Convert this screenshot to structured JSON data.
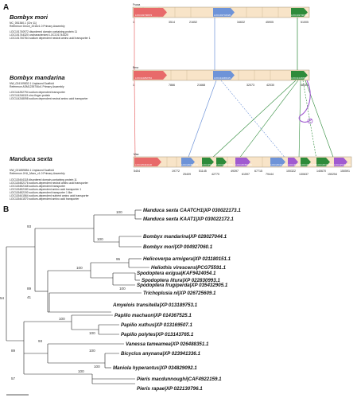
{
  "panel_a": {
    "letter": "A",
    "tracks": [
      {
        "species": "Bombyx mori",
        "chrom": "Fscaa",
        "accession": "NC_051360.1 (Chr 11)",
        "assembly": "Reference Dmori_2016v1.0 Primary Assembly",
        "notes": [
          "LOC101740972 disordered domain containing protein 11",
          "LOC101744320 uncharacterized LOC101744320",
          "LOC101740764 sodium dependent neutral amino acid transporter 1"
        ],
        "coords": [
          "1",
          "3514",
          "21652",
          "34632",
          "45905",
          "51005"
        ],
        "genes": [
          {
            "label": "LOC101740972",
            "color": "#e86a6a"
          },
          {
            "label": "LOC101744320",
            "color": "#6e93d8"
          },
          {
            "label": "LOC101740764",
            "color": "#2e8b3a"
          }
        ]
      },
      {
        "species": "Bombyx mandarina",
        "chrom": "Bma",
        "accession": "NW_024109832.1 Unplaced Scaffold",
        "assembly": "Reference ASM1239706v1 Primary Assembly",
        "notes": [
          "LOC114252794 sodium dependent transporter",
          "LOC114246115 zinc finger protein",
          "LOC114248098 sodium dependent neutral amino acid transporter"
        ],
        "coords": [
          "1",
          "7866",
          "21668",
          "32073",
          "42030",
          "48309"
        ],
        "genes": [
          {
            "label": "LOC114252794",
            "color": "#e86a6a"
          },
          {
            "label": "LOC114246115",
            "color": "#6e93d8"
          },
          {
            "label": "LOC114248098",
            "color": "#2e8b3a"
          }
        ]
      },
      {
        "species": "Manduca sexta",
        "chrom": "Msa",
        "accession": "NW_021859854.1 Unplaced Scaffold",
        "assembly": "Reference JHU_Msex_v1.0 Primary Assembly",
        "notes": [
          "LOC115444118 disordered domain-containing protein 11",
          "LOC115452176 sodium-dependent neutral amino acid transporter",
          "LOC115452168 sodium-dependent transporter",
          "LOC115452180 sodium-dependent amino acid transporter 1",
          "LOC115452190 sodium-dependent transporter 1 like",
          "LOC115441564 sodium-dependent nutrient amino acid transporter",
          "LOC115441570 sodium-dependent amino acid transporter"
        ],
        "coords": [
          "5404",
          "19772",
          "25409",
          "51145",
          "42770",
          "49397",
          "61597",
          "67715",
          "79444",
          "100322",
          "130637",
          "140670",
          "150254",
          "150591"
        ],
        "genes": [
          {
            "label": "LOC115444118",
            "color": "#e86a6a"
          },
          {
            "label": "LOC115452176",
            "color": "#6e93d8"
          },
          {
            "label": "LOC115452168",
            "color": "#2e8b3a"
          },
          {
            "label": "LOC115452180",
            "color": "#2e8b3a"
          },
          {
            "label": "LOC115452190",
            "color": "#a05ad0"
          },
          {
            "label": "LOC115441564",
            "color": "#6e93d8"
          },
          {
            "label": "LOC115441570",
            "color": "#a05ad0"
          },
          {
            "label": "LOC115441580",
            "color": "#2e8b3a"
          },
          {
            "label": "LOC115441590",
            "color": "#2e8b3a"
          },
          {
            "label": "LOC115441596",
            "color": "#a05ad0"
          }
        ]
      }
    ]
  },
  "panel_b": {
    "letter": "B",
    "leaves": [
      "Manduca sexta CAATCH1|XP 030022173.1",
      "Manduca sexta KAAT1|XP 030022172.1",
      "Bombyx mandarina|XP 028027044.1",
      "Bombyx mori|XP 004927060.1",
      "Helicoverpa armigera|XP 021180151.1",
      "Heliothis virescens|PCG75591.1",
      "Spodoptera exigua|KAF9424054.1",
      "Spodoptera litura|XP 022830993.1",
      "Spodoptera frugiperda|XP 035432905.1",
      "Trichoplusia ni|XP 026725609.1",
      "Amyelois transitella|XP 013189753.1",
      "Papilio machaon|XP 014367525.1",
      "Papilio xuthus|XP 013169507.1",
      "Papilio polytes|XP 013143765.1",
      "Vanessa tameamea|XP 026488351.1",
      "Bicyclus anynana|XP 023941336.1",
      "Maniola hyperantus|XP 034829092.1",
      "Pieris macdunnoughi|CAF4922159.1",
      "Pieris rapae|XP 022130796.1"
    ],
    "bootstrap": [
      "100",
      "93",
      "100",
      "100",
      "95",
      "89",
      "100",
      "41",
      "54",
      "100",
      "100",
      "93",
      "100",
      "100",
      "89",
      "100",
      "57"
    ]
  }
}
